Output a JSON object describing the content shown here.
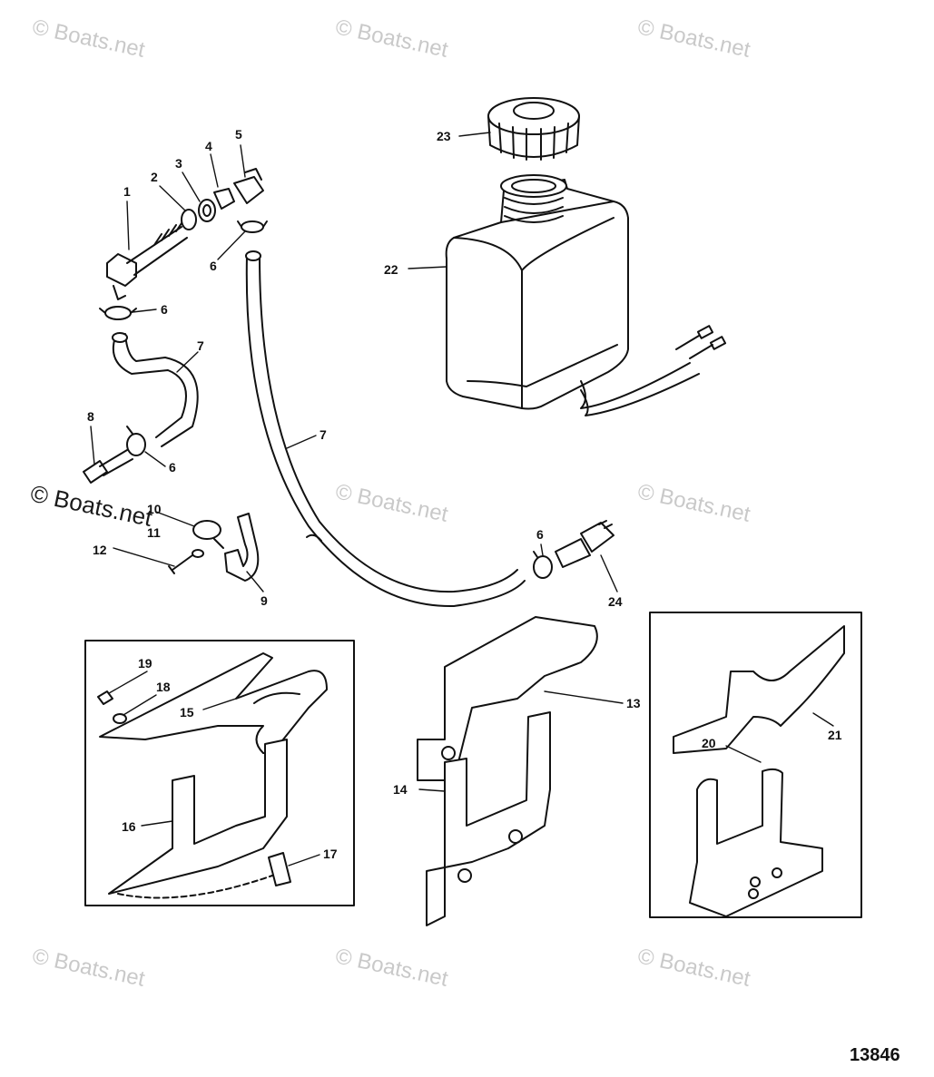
{
  "watermarks": [
    "© Boats.net",
    "© Boats.net",
    "© Boats.net",
    "© Boats.net",
    "© Boats.net",
    "© Boats.net",
    "© Boats.net",
    "© Boats.net",
    "© Boats.net",
    "© Boats.net"
  ],
  "callouts": {
    "c1": "1",
    "c2": "2",
    "c3": "3",
    "c4": "4",
    "c5": "5",
    "c6a": "6",
    "c6b": "6",
    "c6c": "6",
    "c6d": "6",
    "c7a": "7",
    "c7b": "7",
    "c8": "8",
    "c9": "9",
    "c10": "10",
    "c11": "11",
    "c12": "12",
    "c13": "13",
    "c14": "14",
    "c15": "15",
    "c16": "16",
    "c17": "17",
    "c18": "18",
    "c19": "19",
    "c20": "20",
    "c21": "21",
    "c22": "22",
    "c23": "23",
    "c24": "24"
  },
  "drawing_number": "13846"
}
